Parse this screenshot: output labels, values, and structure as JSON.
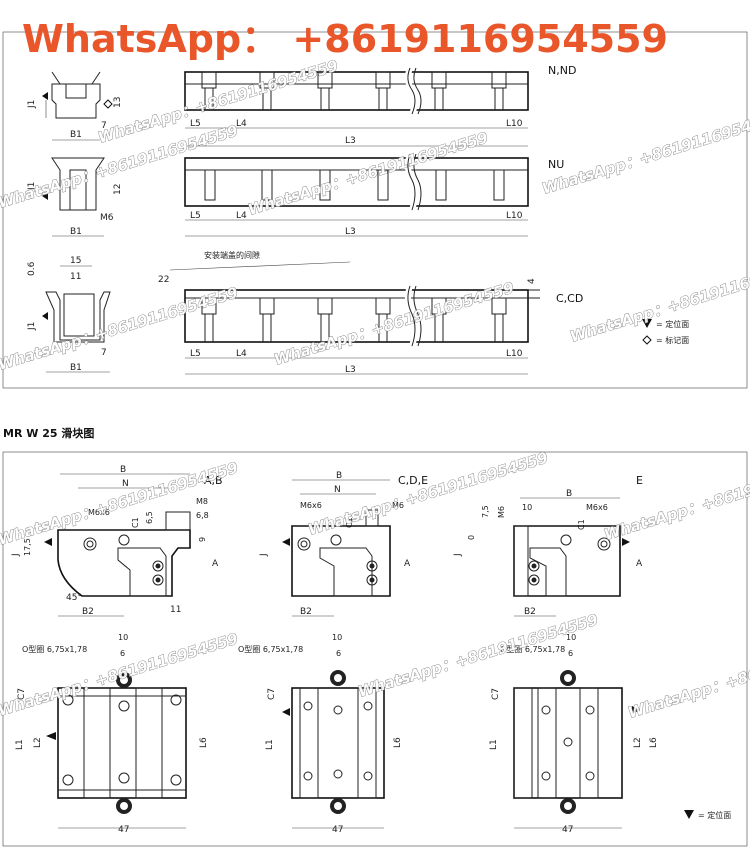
{
  "banner": {
    "text": "WhatsApp： +8619116954559"
  },
  "watermark": {
    "text": "WhatsApp：+8619116954559"
  },
  "rail_section": {
    "row1": {
      "variant": "N,ND",
      "labels": [
        "J1",
        "13",
        "7",
        "B1",
        "L5",
        "L4",
        "L3",
        "L10"
      ]
    },
    "row2": {
      "variant": "NU",
      "labels": [
        "J1",
        "12",
        "M6",
        "B1",
        "L5",
        "L4",
        "L3",
        "L10"
      ]
    },
    "row3": {
      "variant": "C,CD",
      "labels": [
        "0.6",
        "15",
        "11",
        "J1",
        "7",
        "B1",
        "22",
        "L5",
        "L4",
        "L3",
        "L10",
        "4"
      ],
      "note": "安装端盖的间隙"
    },
    "legend": {
      "datum": "= 定位面",
      "mark": "= 标记面"
    }
  },
  "block_section": {
    "title": "MR W 25 滑块图",
    "views": [
      {
        "variant": "A,B",
        "labels": [
          "B",
          "N",
          "M6x6",
          "M8",
          "C1",
          "6,5",
          "6,8",
          "9",
          "17,5",
          "J",
          "A",
          "45°",
          "B2",
          "11"
        ]
      },
      {
        "variant": "C,D,E",
        "labels": [
          "B",
          "N",
          "M6x6",
          "M6",
          "C1",
          "J",
          "A",
          "B2"
        ]
      },
      {
        "variant": "E",
        "labels": [
          "B",
          "10",
          "M6x6",
          "7,5",
          "M6",
          "C1",
          "0",
          "J",
          "A",
          "B2"
        ]
      }
    ],
    "plans": [
      {
        "oring": "O型圈 6,75x1,78",
        "labels": [
          "10",
          "6",
          "C7",
          "L1",
          "L2",
          "L6",
          "47"
        ]
      },
      {
        "oring": "O型圈 6,75x1,78",
        "labels": [
          "10",
          "6",
          "C7",
          "L1",
          "L6",
          "47"
        ]
      },
      {
        "oring": "O型圈 6,75x1,78",
        "labels": [
          "10",
          "6",
          "C7",
          "L1",
          "L2",
          "L6",
          "47"
        ]
      }
    ],
    "legend": {
      "datum": "= 定位面"
    }
  }
}
